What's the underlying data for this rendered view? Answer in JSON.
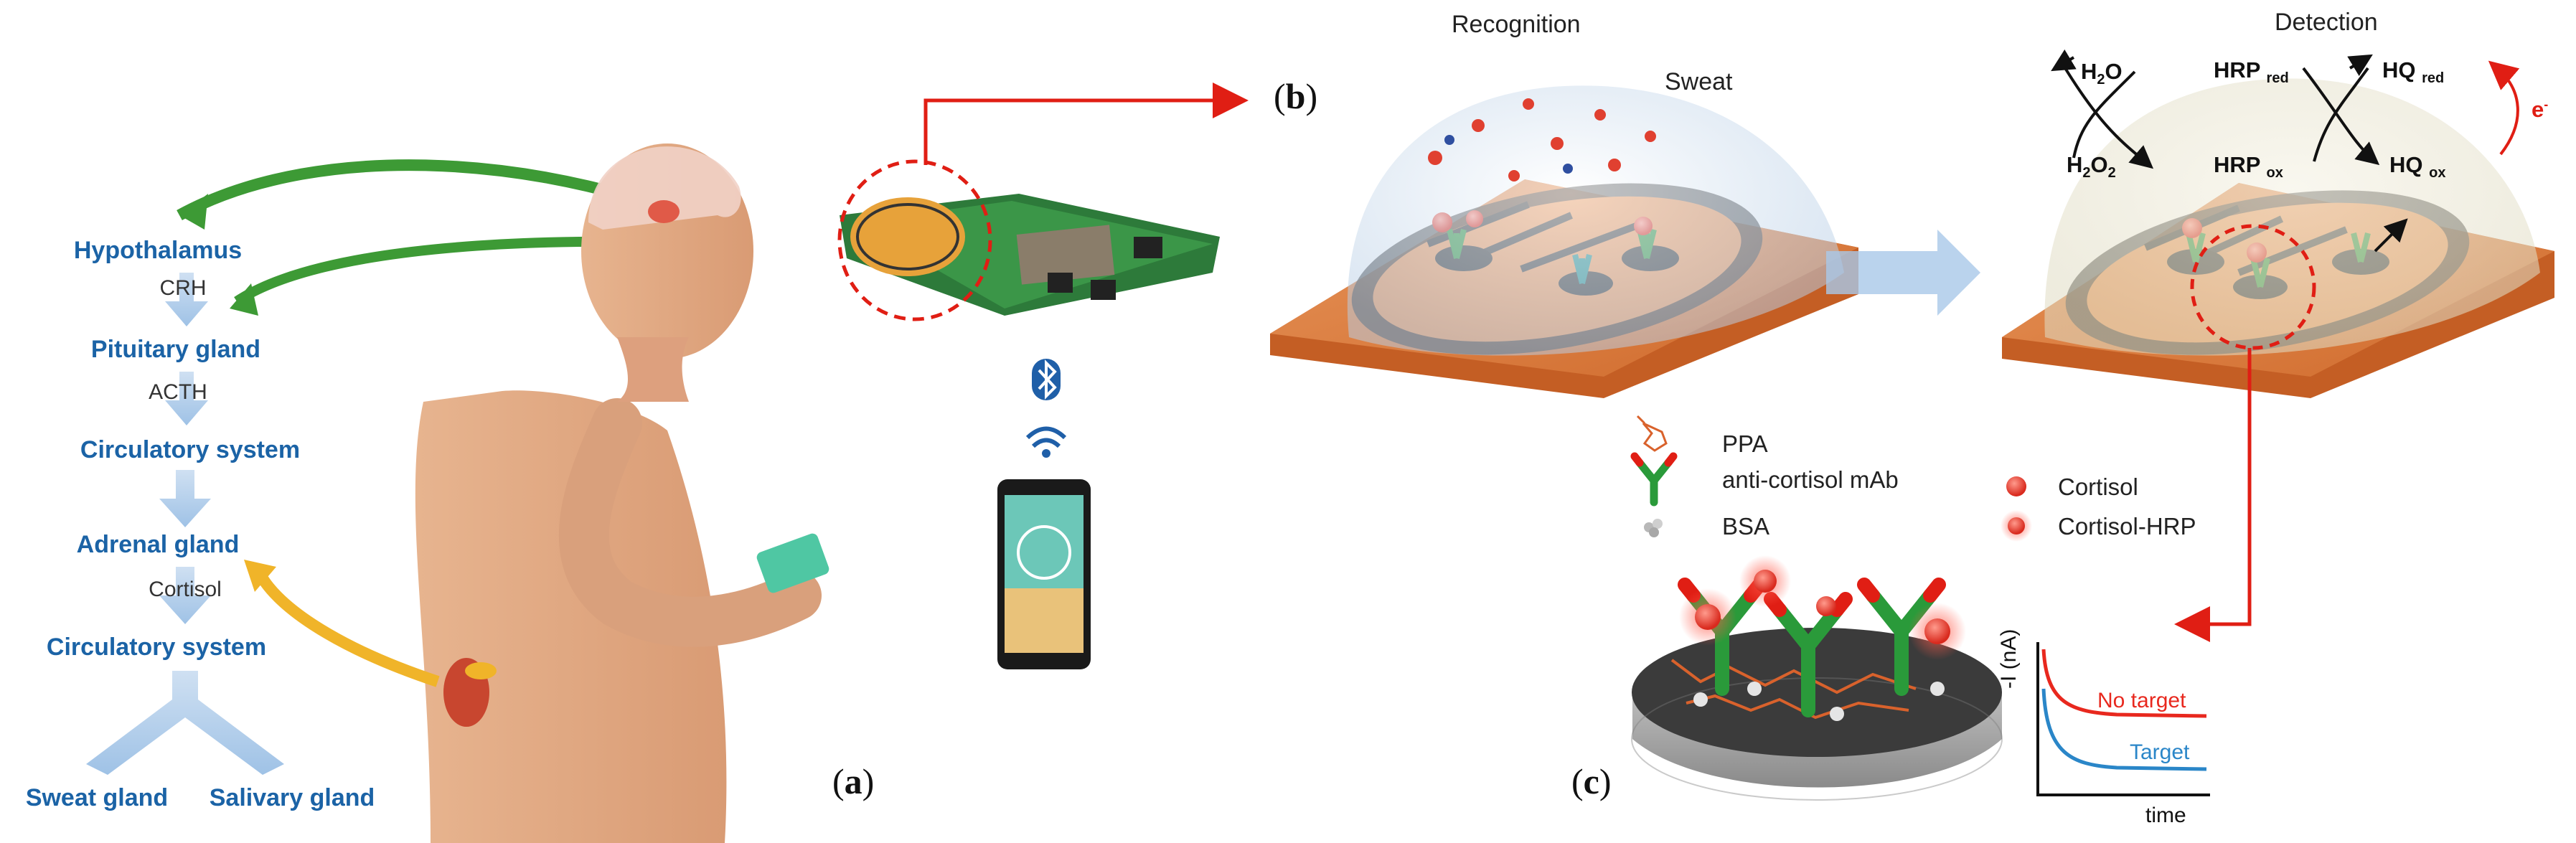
{
  "flow": {
    "steps": [
      "Hypothalamus",
      "Pituitary gland",
      "Circulatory system",
      "Adrenal gland",
      "Circulatory system"
    ],
    "hormones": [
      "CRH",
      "ACTH",
      "Cortisol"
    ],
    "outputs": [
      "Sweat gland",
      "Salivary gland"
    ]
  },
  "panels": {
    "a": "a",
    "b": "b",
    "c": "c"
  },
  "captions": {
    "recognition": "Recognition",
    "detection": "Detection",
    "sweat": "Sweat"
  },
  "reactions": {
    "h2o": "H",
    "h2o_sub": "2",
    "h2o_tail": "O",
    "h2o2": "H",
    "h2o2_sub1": "2",
    "h2o2_mid": "O",
    "h2o2_sub2": "2",
    "hrp_red": "HRP",
    "hrp_red_sub": "red",
    "hrp_ox": "HRP",
    "hrp_ox_sub": "ox",
    "hq_red": "HQ",
    "hq_red_sub": "red",
    "hq_ox": "HQ",
    "hq_ox_sub": "ox",
    "electron": "e"
  },
  "legend": {
    "ppa": "PPA",
    "mab": "anti-cortisol mAb",
    "bsa": "BSA",
    "cortisol": "Cortisol",
    "cortisol_hrp": "Cortisol-HRP"
  },
  "graph": {
    "ylabel": "-I (nA)",
    "xlabel": "time",
    "no_target": "No target",
    "target": "Target",
    "colors": {
      "no_target": "#e8281e",
      "target": "#2a86c8"
    }
  },
  "colors": {
    "flow_text": "#1b63a6",
    "red_arrow": "#e01e14",
    "green_arrow": "#3d9a35",
    "yellow_arrow": "#f0b429"
  }
}
